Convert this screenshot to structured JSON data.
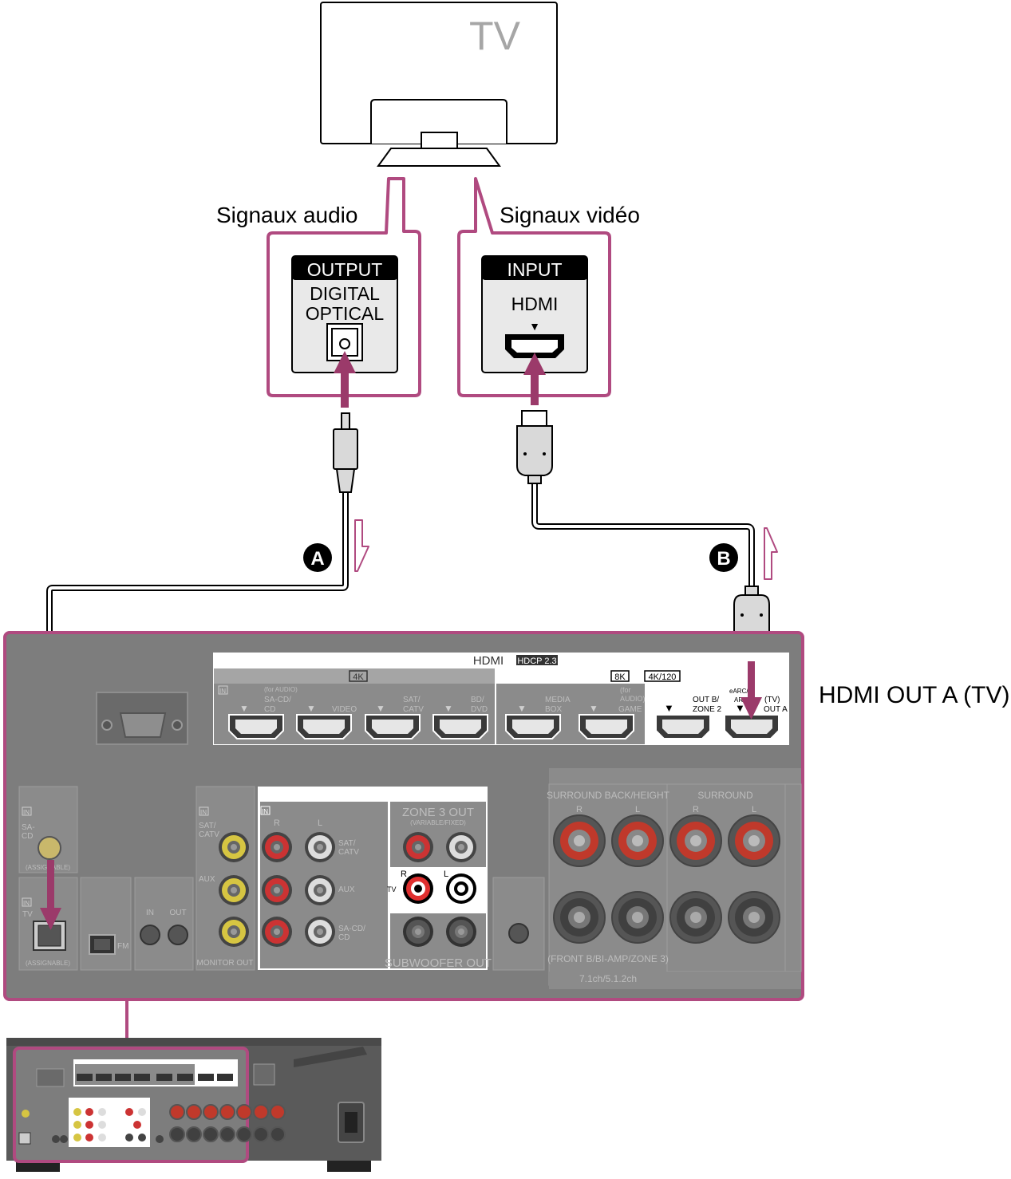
{
  "tv": {
    "label": "TV"
  },
  "callouts": {
    "audio_signals": "Signaux audio",
    "video_signals": "Signaux vidéo"
  },
  "tv_audio_port": {
    "header": "OUTPUT",
    "line1": "DIGITAL",
    "line2": "OPTICAL"
  },
  "tv_hdmi_port": {
    "header": "INPUT",
    "label": "HDMI",
    "arrow": "▼"
  },
  "cables": {
    "a_badge": "A",
    "b_badge": "B"
  },
  "hdmi_out_label": "HDMI OUT A (TV)",
  "receiver": {
    "hdmi_title": "HDMI",
    "hdcp_badge": "HDCP 2.3",
    "badge_4k": "4K",
    "badge_8k": "8K",
    "badge_4k120": "4K/120",
    "in_tag": "IN",
    "ports": {
      "for_audio": "(for AUDIO)",
      "sa_cd": "SA-CD/",
      "cd": "CD",
      "video": "VIDEO",
      "sat": "SAT/",
      "catv": "CATV",
      "bd": "BD/",
      "dvd": "DVD",
      "media": "MEDIA",
      "box": "BOX",
      "for_word": "(for",
      "audio_paren": "AUDIO)",
      "game": "GAME",
      "out_b": "OUT B/",
      "zone2": "ZONE 2",
      "earc": "eARC/",
      "arc": "ARC",
      "tv_paren": "(TV)",
      "out_a": "OUT A"
    },
    "optical": {
      "sa_cd_partial": "SA-",
      "cd": "CD",
      "assignable": "(ASSIGNABLE)",
      "tv": "TV"
    },
    "fm": "FM",
    "in_label": "IN",
    "out_label": "OUT",
    "analog": {
      "sat": "SAT/",
      "catv": "CATV",
      "aux": "AUX",
      "monitor_out": "MONITOR OUT",
      "r": "R",
      "l": "L",
      "sat_cd_1": "SA-CD/",
      "sat_cd_2": "CD",
      "zone3_out": "ZONE 3 OUT",
      "zone3_sub": "(VARIABLE/FIXED)",
      "tv": "TV",
      "subwoofer_out": "SUBWOOFER OUT"
    },
    "speakers": {
      "surround_back": "SURROUND BACK/HEIGHT",
      "surround": "SURROUND",
      "front_b": "(FRONT B/BI-AMP/ZONE 3)",
      "channel": "7.1ch/5.1.2ch",
      "r": "R",
      "l": "L"
    }
  },
  "colors": {
    "highlight": "#b04a80",
    "arrow": "#9b3a6a",
    "panel": "#7d7d7d",
    "panel_dark": "#5f5f5f",
    "text": "#000000"
  }
}
